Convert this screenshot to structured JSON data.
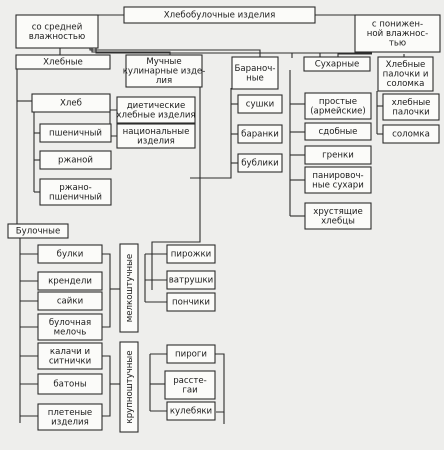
{
  "nodes": {
    "root": [
      "Хлебобулочные изделия"
    ],
    "medium_moisture": [
      "со средней",
      "влажностью"
    ],
    "low_moisture": [
      "с понижен-",
      "ной влажнос-",
      "тью"
    ],
    "bread_products": [
      "Хлебные"
    ],
    "flour_culinary": [
      "Мучные",
      "кулинарные изде-",
      "лия"
    ],
    "bagel_products": [
      "Бараноч-",
      "ные"
    ],
    "rusk_products": [
      "Сухарные"
    ],
    "bread_sticks": [
      "Хлебные",
      "палочки и",
      "соломка"
    ],
    "bread": [
      "Хлеб"
    ],
    "wheat": [
      "пшеничный"
    ],
    "rye": [
      "ржаной"
    ],
    "rye_wheat": [
      "ржано-",
      "пшеничный"
    ],
    "dietary": [
      "диетические",
      "хлебные изделия"
    ],
    "national": [
      "национальные",
      "изделия"
    ],
    "sushki": [
      "сушки"
    ],
    "baranki": [
      "баранки"
    ],
    "bubliki": [
      "бублики"
    ],
    "simple_rusks": [
      "простые",
      "(армейские)"
    ],
    "sweet_rusks": [
      "сдобные"
    ],
    "croutons": [
      "гренки"
    ],
    "breading_crumbs": [
      "панировоч-",
      "ные сухари"
    ],
    "crisp_breads": [
      "хрустящие",
      "хлебцы"
    ],
    "sticks": [
      "хлебные",
      "палочки"
    ],
    "straws": [
      "соломка"
    ],
    "buns_group": [
      "Булочные"
    ],
    "buns": [
      "булки"
    ],
    "pretzels": [
      "крендели"
    ],
    "saiki": [
      "сайки"
    ],
    "bun_small": [
      "булочная",
      "мелочь"
    ],
    "kalachi": [
      "калачи и",
      "ситнички"
    ],
    "loaves": [
      "батоны"
    ],
    "braided": [
      "плетеные",
      "изделия"
    ],
    "pirozhki": [
      "пирожки"
    ],
    "vatrushki": [
      "ватрушки"
    ],
    "ponchiki": [
      "пончики"
    ],
    "pirogi": [
      "пироги"
    ],
    "rasstegai": [
      "расстe-",
      "гаи"
    ],
    "kulebyaki": [
      "кулебяки"
    ]
  },
  "vertical_labels": {
    "small_pieces": "мелкоштучные",
    "large_pieces": "крупноштучные"
  }
}
